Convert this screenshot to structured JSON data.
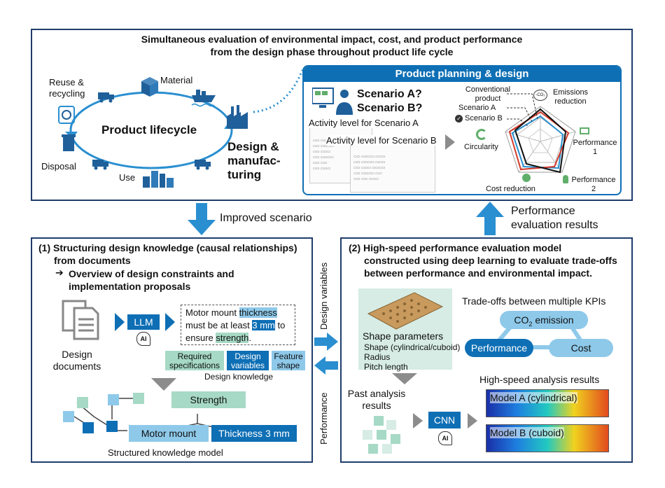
{
  "top": {
    "title_line1": "Simultaneous evaluation of environmental impact, cost, and product performance",
    "title_line2": "from the design phase throughout product life cycle",
    "lifecycle": {
      "center": "Product lifecycle",
      "reuse_line1": "Reuse &",
      "reuse_line2": "recycling",
      "material": "Material",
      "disposal": "Disposal",
      "use": "Use",
      "design_line1": "Design &",
      "design_line2": "manufac-",
      "design_line3": "turing"
    },
    "planning": {
      "header": "Product planning & design",
      "scenario_a": "Scenario A?",
      "scenario_b": "Scenario B?",
      "activity_a": "Activity level for Scenario A",
      "activity_b": "Activity level for Scenario B",
      "radar": {
        "conventional_line1": "Conventional",
        "conventional_line2": "product",
        "scenario_a": "Scenario A",
        "scenario_b": "Scenario B",
        "emissions_line1": "Emissions",
        "emissions_line2": "reduction",
        "circularity": "Circularity",
        "performance1_line1": "Performance",
        "performance1_line2": "1",
        "performance2_line1": "Performance",
        "performance2_line2": "2",
        "cost_reduction": "Cost reduction",
        "co2_badge": "-CO₂"
      }
    }
  },
  "flow": {
    "improved_scenario": "Improved scenario",
    "performance_results_line1": "Performance",
    "performance_results_line2": "evaluation results",
    "design_variables": "Design variables",
    "performance": "Performance"
  },
  "left": {
    "title_line1": "(1) Structuring design knowledge (causal relationships)",
    "title_line2": "from documents",
    "arrow_glyph": "➔",
    "subtitle_line1": "Overview of design constraints and",
    "subtitle_line2": "implementation proposals",
    "docs_line1": "Design",
    "docs_line2": "documents",
    "llm": "LLM",
    "ai": "AI",
    "sentence": {
      "p1": "Motor mount ",
      "h1": "thickness",
      "p2": "must be at least ",
      "h2": "3 mm",
      "p3": " to",
      "p4": "ensure ",
      "h3": "strength",
      "p5": "."
    },
    "tags": {
      "req_line1": "Required",
      "req_line2": "specifications",
      "var_line1": "Design",
      "var_line2": "variables",
      "feat_line1": "Feature",
      "feat_line2": "shape"
    },
    "design_knowledge": "Design knowledge",
    "model": {
      "strength": "Strength",
      "motor_mount": "Motor mount",
      "thickness": "Thickness 3 mm",
      "caption": "Structured knowledge model"
    }
  },
  "right": {
    "title_line1": "(2) High-speed performance evaluation model",
    "title_line2": "constructed using deep learning to evaluate trade-offs",
    "title_line3": "between performance and environmental impact.",
    "shape": {
      "title": "Shape parameters",
      "line1": "Shape (cylindrical/cuboid)",
      "line2": "Radius",
      "line3": "Pitch length"
    },
    "tradeoffs": {
      "title": "Trade-offs between multiple KPIs",
      "co2": "CO",
      "co2_sub": "2",
      "co2_rest": " emission",
      "performance": "Performance",
      "cost": "Cost"
    },
    "past_line1": "Past analysis",
    "past_line2": "results",
    "cnn": "CNN",
    "ai": "AI",
    "hs_title": "High-speed analysis results",
    "model_a": "Model A (cylindrical)",
    "model_b": "Model B (cuboid)"
  },
  "colors": {
    "navy": "#1f3d6b",
    "blue": "#0e6fb5",
    "arrow_blue": "#2a8fd0",
    "light_blue": "#8ec9ea",
    "teal": "#a6d9c6",
    "gray": "#8c8c8c"
  }
}
